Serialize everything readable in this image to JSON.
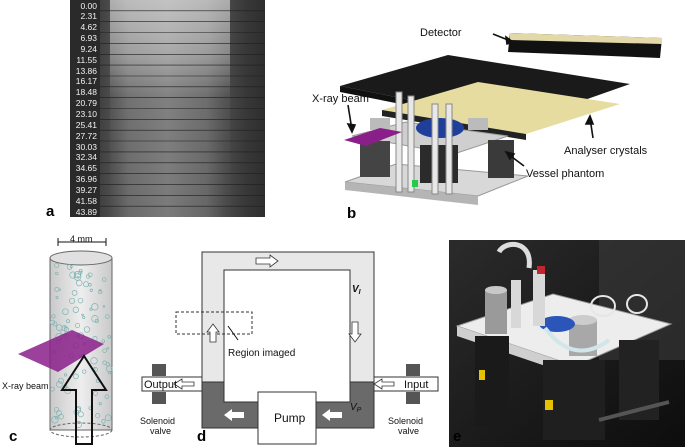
{
  "panel_a": {
    "letter": "a",
    "time_labels": [
      "0.00",
      "2.31",
      "4.62",
      "6.93",
      "9.24",
      "11.55",
      "13.86",
      "16.17",
      "18.48",
      "20.79",
      "23.10",
      "25.41",
      "27.72",
      "30.03",
      "32.34",
      "34.65",
      "36.96",
      "39.27",
      "41.58",
      "43.89"
    ]
  },
  "panel_b": {
    "letter": "b",
    "labels": {
      "detector": "Detector",
      "xray_beam": "X-ray beam",
      "analyser": "Analyser crystals",
      "vessel": "Vessel phantom"
    }
  },
  "panel_c": {
    "letter": "c",
    "width_label": "4 mm",
    "beam_label": "X-ray beam"
  },
  "panel_d": {
    "letter": "d",
    "output": "Output",
    "input": "Input",
    "pump": "Pump",
    "region": "Region imaged",
    "vi": "V",
    "vi_sub": "I",
    "vp": "V",
    "vp_sub": "P",
    "valve_left": [
      "Solenoid",
      "valve"
    ],
    "valve_right": [
      "Solenoid",
      "valve"
    ]
  },
  "panel_e": {
    "letter": "e"
  }
}
